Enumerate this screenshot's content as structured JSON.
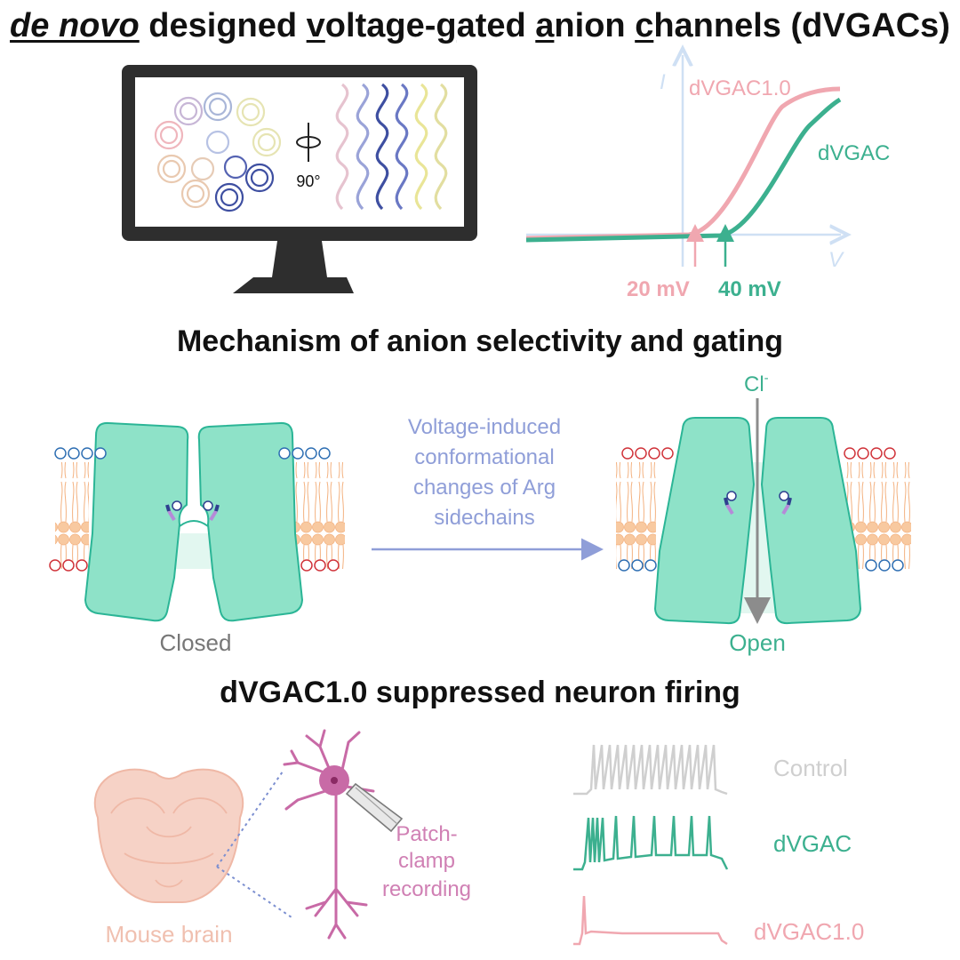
{
  "title_main": {
    "p1": "de novo",
    "p2": " designed ",
    "p3": "v",
    "p4": "oltage-",
    "p5": "g",
    "p6": "ated ",
    "p7": "a",
    "p8": "nion ",
    "p9": "c",
    "p10": "hannels (dVGACs)"
  },
  "monitor": {
    "rotation_label": "90°"
  },
  "iv_plot": {
    "y_axis": "I",
    "x_axis": "V",
    "series": [
      {
        "name": "dVGAC1.0",
        "color": "#f0a7b0",
        "threshold_label": "20 mV"
      },
      {
        "name": "dVGAC",
        "color": "#3cb08f",
        "threshold_label": "40 mV"
      }
    ]
  },
  "section_mechanism": {
    "title": "Mechanism of anion selectivity and gating",
    "ion_label": "Cl",
    "ion_charge": "-",
    "arrow_text": [
      "Voltage-induced",
      "conformational",
      "changes of Arg",
      "sidechains"
    ],
    "closed_label": "Closed",
    "open_label": "Open"
  },
  "section_firing": {
    "title": "dVGAC1.0 suppressed neuron firing",
    "brain_label": "Mouse brain",
    "patch_label": [
      "Patch-",
      "clamp",
      "recording"
    ],
    "traces": [
      {
        "name": "Control",
        "color": "#cfcfcf"
      },
      {
        "name": "dVGAC",
        "color": "#3cb08f"
      },
      {
        "name": "dVGAC1.0",
        "color": "#f0a7b0"
      }
    ]
  },
  "colors": {
    "channel": "#8ee2c8",
    "channel_stroke": "#2bb596",
    "membrane": "#f8c9a0",
    "arrow": "#8f9ed8",
    "neuron": "#c86aa6",
    "brain": "#f6d2c6"
  }
}
